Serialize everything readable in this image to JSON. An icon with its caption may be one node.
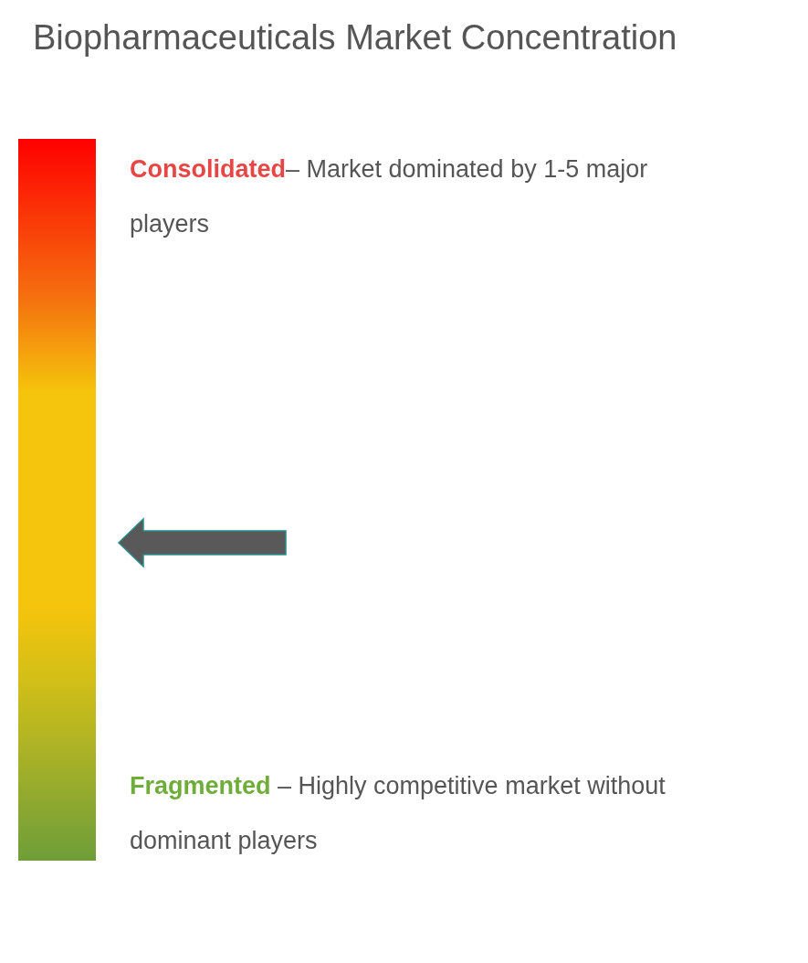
{
  "diagram": {
    "title": "Biopharmaceuticals Market Concentration",
    "nodes": [
      {
        "text": [],
        "shape": "bar"
      }
    ],
    "labels": [
      "**Consolidated**– Market dominated by 1-5 major players",
      "**Fragmented** – Highly competitive market without dominant players"
    ]
  }
}
